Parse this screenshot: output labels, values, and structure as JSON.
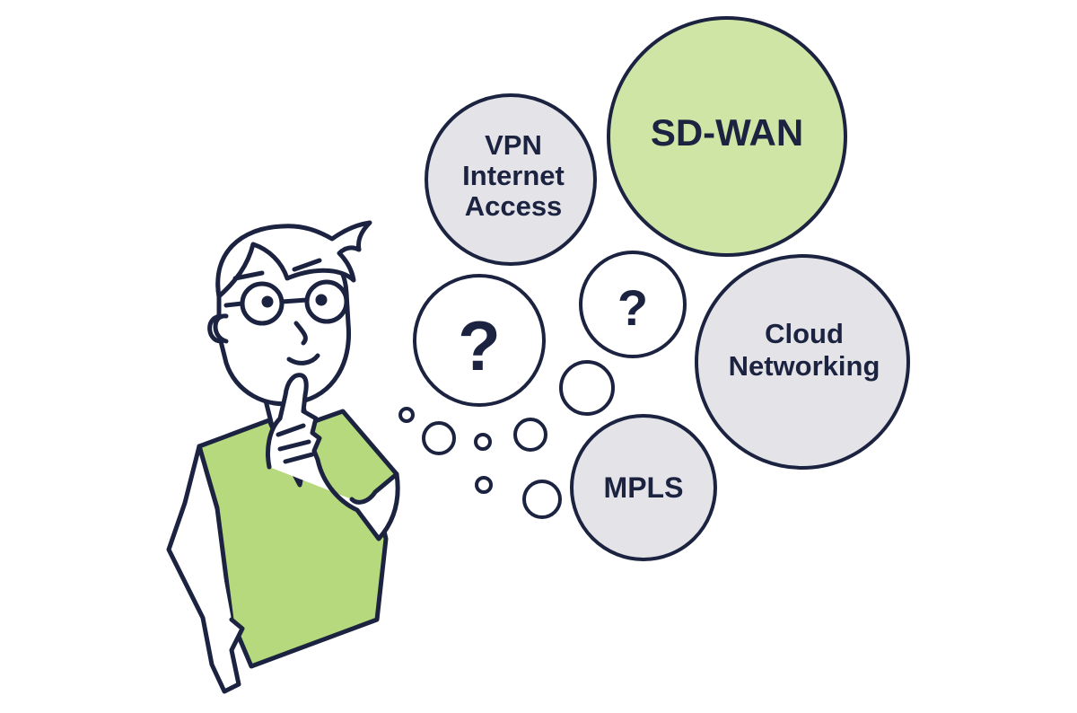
{
  "colors": {
    "outline": "#1b2340",
    "bubble_grey": "#e4e4e8",
    "bubble_green": "#cfe5a6",
    "shirt_green": "#b6d97e",
    "background": "#ffffff"
  },
  "bubbles": {
    "vpn": {
      "line1": "VPN",
      "line2": "Internet",
      "line3": "Access"
    },
    "sdwan": {
      "label": "SD-WAN"
    },
    "cloud": {
      "line1": "Cloud",
      "line2": "Networking"
    },
    "mpls": {
      "label": "MPLS"
    },
    "question_large": {
      "label": "?"
    },
    "question_small": {
      "label": "?"
    }
  },
  "figure": {
    "description_icon": "thinking-person-icon"
  }
}
